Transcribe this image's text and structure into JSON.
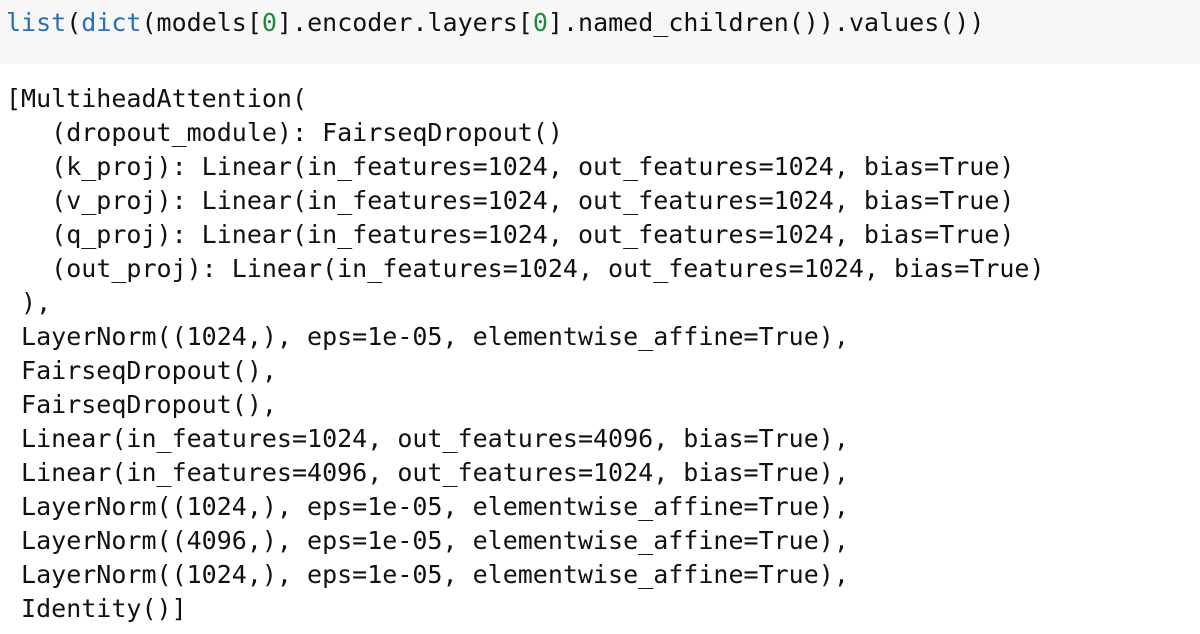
{
  "input_cell": {
    "tokens": [
      {
        "text": "list",
        "kind": "builtin"
      },
      {
        "text": "(",
        "kind": "plain"
      },
      {
        "text": "dict",
        "kind": "builtin"
      },
      {
        "text": "(models[",
        "kind": "plain"
      },
      {
        "text": "0",
        "kind": "num"
      },
      {
        "text": "].encoder.layers[",
        "kind": "plain"
      },
      {
        "text": "0",
        "kind": "num"
      },
      {
        "text": "].named_children()).values())",
        "kind": "plain"
      }
    ]
  },
  "output_cell": {
    "lines": [
      "[MultiheadAttention(",
      "   (dropout_module): FairseqDropout()",
      "   (k_proj): Linear(in_features=1024, out_features=1024, bias=True)",
      "   (v_proj): Linear(in_features=1024, out_features=1024, bias=True)",
      "   (q_proj): Linear(in_features=1024, out_features=1024, bias=True)",
      "   (out_proj): Linear(in_features=1024, out_features=1024, bias=True)",
      " ),",
      " LayerNorm((1024,), eps=1e-05, elementwise_affine=True),",
      " FairseqDropout(),",
      " FairseqDropout(),",
      " Linear(in_features=1024, out_features=4096, bias=True),",
      " Linear(in_features=4096, out_features=1024, bias=True),",
      " LayerNorm((1024,), eps=1e-05, elementwise_affine=True),",
      " LayerNorm((4096,), eps=1e-05, elementwise_affine=True),",
      " LayerNorm((1024,), eps=1e-05, elementwise_affine=True),",
      " Identity()]"
    ]
  },
  "colors": {
    "input_background": "#f7f7f7",
    "builtin": "#2a6fb8",
    "number": "#1e8b3a",
    "text": "#111111"
  }
}
